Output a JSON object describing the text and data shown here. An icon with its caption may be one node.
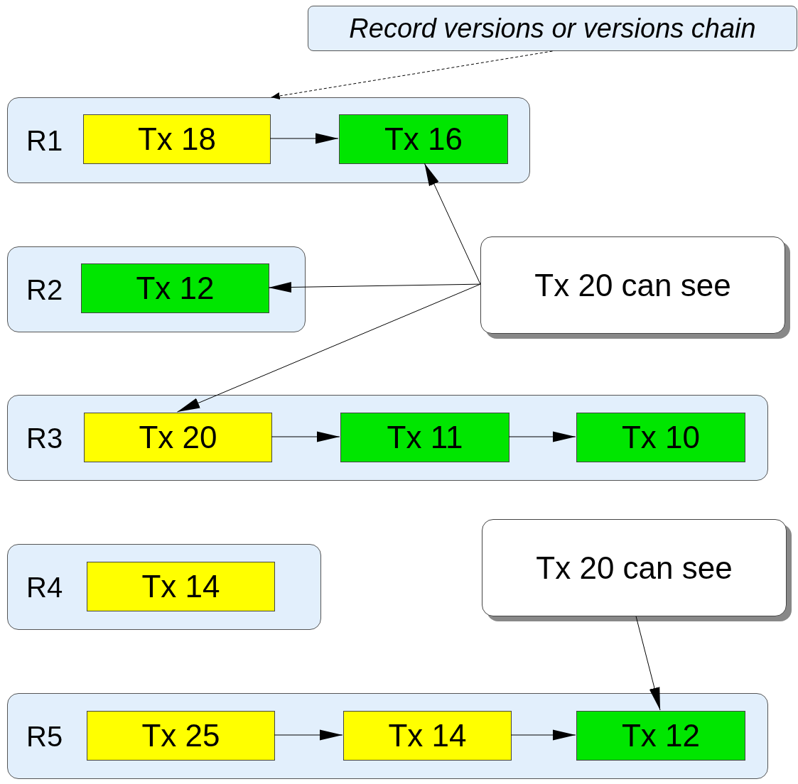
{
  "diagram": {
    "nodes": [
      {
        "text": [
          "Record versions or versions chain"
        ]
      },
      {
        "text": [
          "R1"
        ]
      },
      {
        "text": [
          "Tx 18"
        ],
        "in": 1
      },
      {
        "text": [
          "Tx 16"
        ],
        "in": 1
      },
      {
        "text": [
          "R2"
        ]
      },
      {
        "text": [
          "Tx 12"
        ],
        "in": 4
      },
      {
        "text": [
          "Tx 20 can see"
        ]
      },
      {
        "text": [
          "R3"
        ]
      },
      {
        "text": [
          "Tx 20"
        ],
        "in": 7
      },
      {
        "text": [
          "Tx 11"
        ],
        "in": 7
      },
      {
        "text": [
          "Tx 10"
        ],
        "in": 7
      },
      {
        "text": [
          "R4"
        ]
      },
      {
        "text": [
          "Tx 14"
        ],
        "in": 11
      },
      {
        "text": [
          "Tx 20 can see"
        ]
      },
      {
        "text": [
          "R5"
        ]
      },
      {
        "text": [
          "Tx 25"
        ],
        "in": 14
      },
      {
        "text": [
          "Tx 14"
        ],
        "in": 14
      },
      {
        "text": [
          "Tx 12"
        ],
        "in": 14
      }
    ],
    "edges": [
      {
        "from": 0,
        "to": 1,
        "arrow": "to",
        "style": "dashed"
      },
      {
        "from": 2,
        "to": 3,
        "arrow": "to"
      },
      {
        "from": 6,
        "to": 3,
        "arrow": "to"
      },
      {
        "from": 6,
        "to": 5,
        "arrow": "to"
      },
      {
        "from": 6,
        "to": 8,
        "arrow": "to"
      },
      {
        "from": 8,
        "to": 9,
        "arrow": "to"
      },
      {
        "from": 9,
        "to": 10,
        "arrow": "to"
      },
      {
        "from": 13,
        "to": 17,
        "arrow": "to"
      },
      {
        "from": 15,
        "to": 16,
        "arrow": "to"
      },
      {
        "from": 16,
        "to": 17,
        "arrow": "to"
      }
    ]
  }
}
